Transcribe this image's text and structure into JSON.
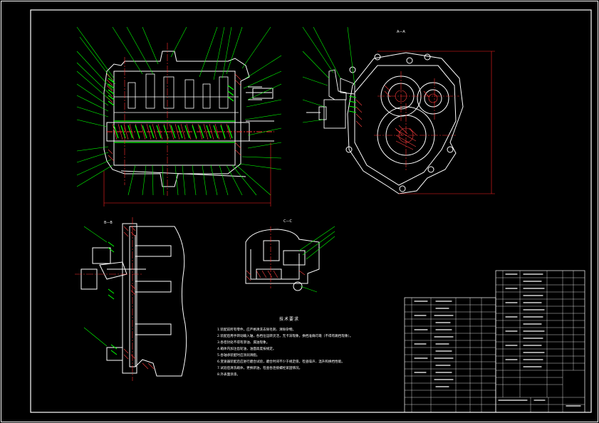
{
  "colors": {
    "background": "#000000",
    "outline": "#ffffff",
    "leader": "#00ff00",
    "hatch": "#ff4040",
    "centerline": "#ff3030",
    "dimension": "#ff2020",
    "frame": "#ffffff"
  },
  "views": {
    "section_a_label": "A—A",
    "section_b_label": "B—B",
    "section_c_label": "C—C"
  },
  "tech_notes": {
    "title": "技术要求",
    "lines": [
      "1.装配前所有零件，应严格清洗去除毛刺、清除杂物。",
      "2.装配后用手转动输入轴，各档位运转灵活，无卡滞现象，换档准确可靠（不得有跳档现象）。",
      "3.各密封处不得有渗油、漏油现象。",
      "4.箱体内加注齿轮油，油面高度按规定。",
      "5.各轴承装配时应涂润滑脂。",
      "6.变速器装配后应进行磨合试验，磨合时间不少于规定值，检查噪声、温升和换档性能。",
      "7.试验后清洗箱体，更换新油，检查各连接螺栓紧固情况。",
      "8.外表面涂漆。"
    ]
  }
}
